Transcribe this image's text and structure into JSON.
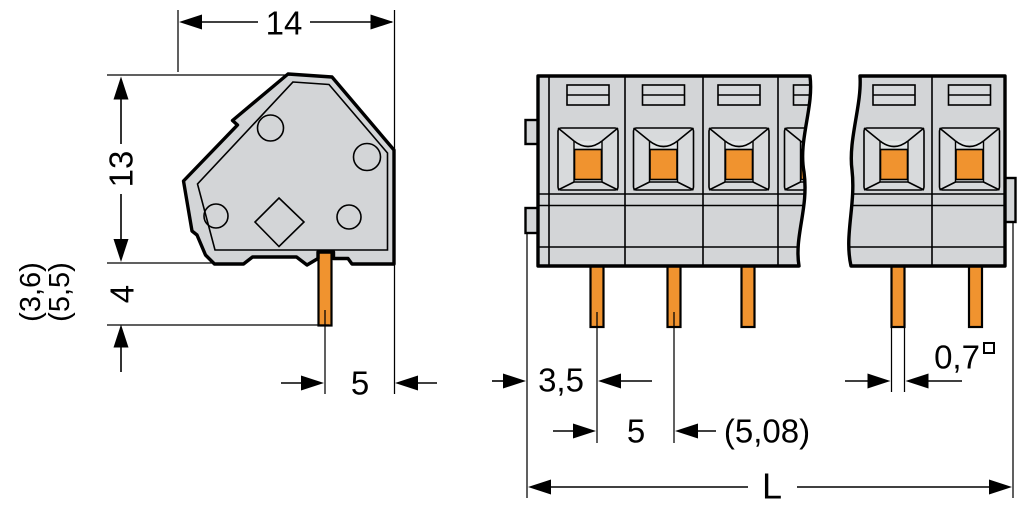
{
  "drawing": {
    "side_view": {
      "width": "14",
      "height": "13",
      "pin_length": "4",
      "pin_length_alt_top": "(3,6)",
      "pin_length_alt_bottom": "(5,5)",
      "pin_to_edge": "5"
    },
    "front_view": {
      "edge_to_first_pin": "3,5",
      "pin_pitch": "5",
      "pin_pitch_alt": "(5,08)",
      "pin_cross_section": "0,7",
      "total_length": "L"
    },
    "colors": {
      "housing_gray": "#d3d5d7",
      "conductor_orange": "#f0932f",
      "line_black": "#000000",
      "background": "#ffffff"
    }
  }
}
